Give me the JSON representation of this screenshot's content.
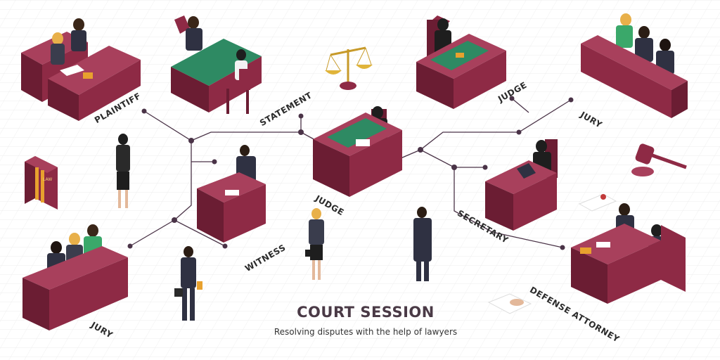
{
  "title": "COURT SESSION",
  "subtitle": "Resolving disputes with the help of lawyers",
  "labels": {
    "plaintiff": "PLAINTIFF",
    "statement": "STATEMENT",
    "judge_top": "JUDGE",
    "jury_top": "JURY",
    "judge_center": "JUDGE",
    "witness": "WITNESS",
    "secretary": "SECRETARY",
    "defense_attorney": "DEFENSE ATTORNEY",
    "jury_bottom": "JURY"
  },
  "book_label": "LAW",
  "colors": {
    "furniture": "#8e2a45",
    "furniture_dark": "#6b1d33",
    "furniture_light": "#a8405c",
    "felt": "#2e8a63",
    "line": "#4a3347",
    "text": "#2b2b2b"
  }
}
